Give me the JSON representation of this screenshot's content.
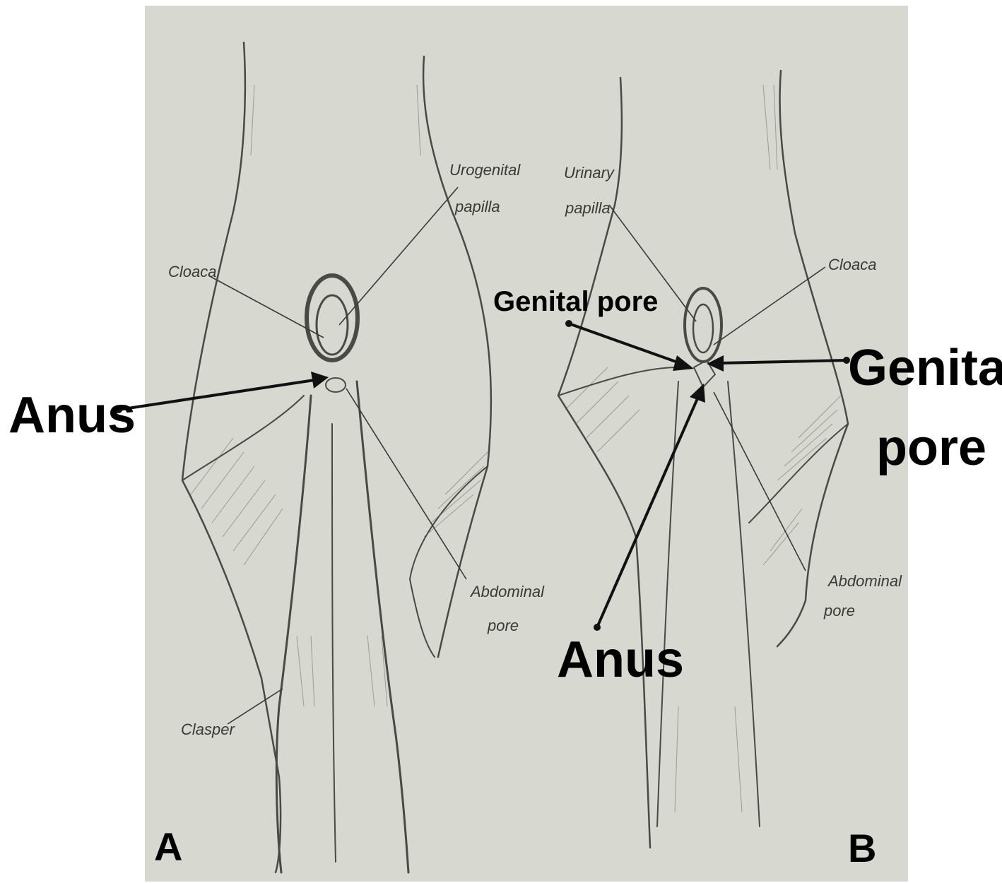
{
  "panels": {
    "a": {
      "letter": "A",
      "labels": {
        "urogenital_papilla_line1": "Urogenital",
        "urogenital_papilla_line2": "papilla",
        "cloaca": "Cloaca",
        "abdominal_pore_line1": "Abdominal",
        "abdominal_pore_line2": "pore",
        "clasper": "Clasper",
        "anus": "Anus"
      }
    },
    "b": {
      "letter": "B",
      "labels": {
        "urinary_papilla_line1": "Urinary",
        "urinary_papilla_line2": "papilla",
        "cloaca": "Cloaca",
        "genital_pore_inner": "Genital pore",
        "genital_pore_outer_line1": "Genital",
        "genital_pore_outer_line2": "pore",
        "anus": "Anus",
        "abdominal_pore_line1": "Abdominal",
        "abdominal_pore_line2": "pore"
      }
    }
  },
  "colors": {
    "paper": "#d7d8cf",
    "sketch": "#4a4a45",
    "annotation": "#000000"
  }
}
